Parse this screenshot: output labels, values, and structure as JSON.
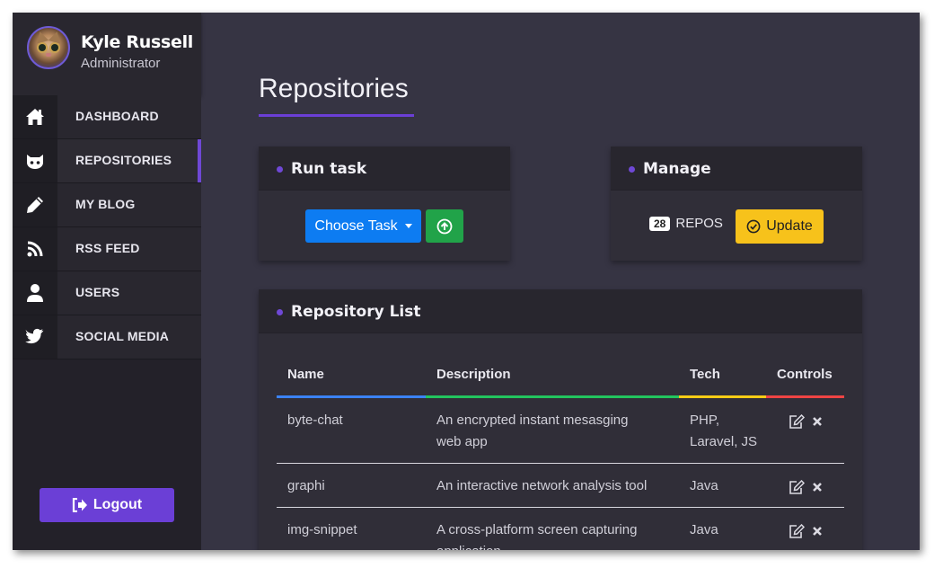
{
  "user": {
    "name": "Kyle Russell",
    "role": "Administrator"
  },
  "nav": {
    "items": [
      {
        "label": "DASHBOARD",
        "icon": "home-icon"
      },
      {
        "label": "REPOSITORIES",
        "icon": "github-icon",
        "active": true
      },
      {
        "label": "MY BLOG",
        "icon": "pencil-icon"
      },
      {
        "label": "RSS FEED",
        "icon": "rss-icon"
      },
      {
        "label": "USERS",
        "icon": "user-icon"
      },
      {
        "label": "SOCIAL MEDIA",
        "icon": "twitter-icon"
      }
    ]
  },
  "logout": {
    "label": "Logout"
  },
  "page": {
    "title": "Repositories"
  },
  "run_task": {
    "title": "Run task",
    "choose_label": "Choose Task"
  },
  "manage": {
    "title": "Manage",
    "repo_count": "28",
    "repo_label": "REPOS",
    "update_label": "Update"
  },
  "repo_list": {
    "title": "Repository List",
    "columns": [
      "Name",
      "Description",
      "Tech",
      "Controls"
    ],
    "rows": [
      {
        "name": "byte-chat",
        "description_1": "An encrypted instant mesasging",
        "description_2": "web app",
        "tech_1": "PHP,",
        "tech_2": "Laravel, JS"
      },
      {
        "name": "graphi",
        "description_1": "An interactive network analysis tool",
        "description_2": "",
        "tech_1": "Java",
        "tech_2": ""
      },
      {
        "name": "img-snippet",
        "description_1": "A cross-platform screen capturing",
        "description_2": "application",
        "tech_1": "Java",
        "tech_2": ""
      }
    ]
  },
  "colors": {
    "accent": "#6b3fd6",
    "primary": "#0d7cf2",
    "success": "#21a349",
    "warning": "#f7c21b",
    "col_name": "#3b82f6",
    "col_desc": "#22c55e",
    "col_tech": "#facc15",
    "col_controls": "#ef4444"
  }
}
